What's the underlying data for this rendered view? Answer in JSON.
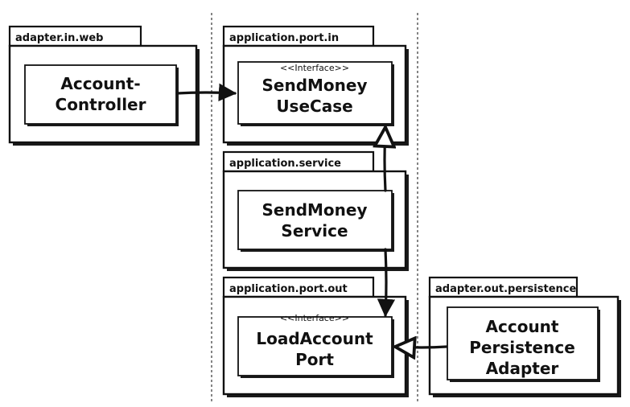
{
  "packages": {
    "web": {
      "label": "adapter.in.web"
    },
    "port_in": {
      "label": "application.port.in"
    },
    "service": {
      "label": "application.service"
    },
    "port_out": {
      "label": "application.port.out"
    },
    "persistence": {
      "label": "adapter.out.persistence"
    }
  },
  "classes": {
    "controller": {
      "lines": [
        "Account-",
        "Controller"
      ]
    },
    "usecase": {
      "stereotype": "<<Interface>>",
      "lines": [
        "SendMoney",
        "UseCase"
      ]
    },
    "service": {
      "lines": [
        "SendMoney",
        "Service"
      ]
    },
    "port": {
      "stereotype": "<<Interface>>",
      "lines": [
        "LoadAccount",
        "Port"
      ]
    },
    "adapter": {
      "lines": [
        "Account",
        "Persistence",
        "Adapter"
      ]
    }
  }
}
